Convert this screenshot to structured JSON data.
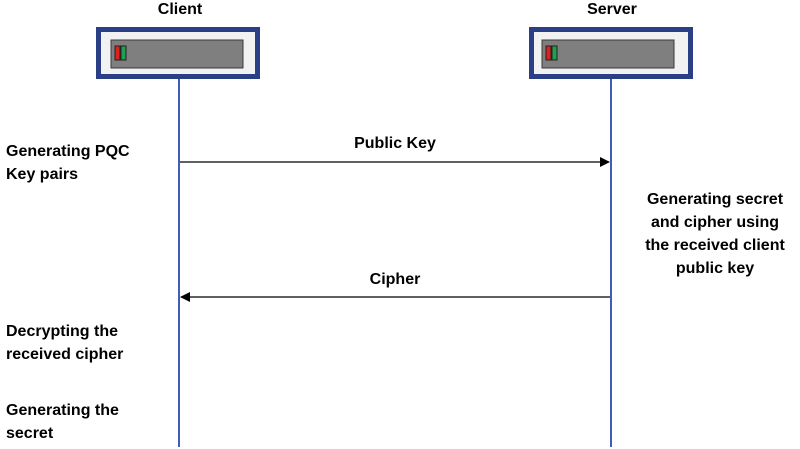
{
  "participants": {
    "client": {
      "label": "Client"
    },
    "server": {
      "label": "Server"
    }
  },
  "messages": {
    "public_key": {
      "label": "Public Key",
      "direction": "client-to-server"
    },
    "cipher": {
      "label": "Cipher",
      "direction": "server-to-client"
    }
  },
  "notes": {
    "client_generate_pair": {
      "lines": [
        "Generating PQC",
        "Key pairs"
      ]
    },
    "server_generate": {
      "lines": [
        "Generating secret",
        "and cipher using",
        "the received client",
        "public key"
      ]
    },
    "client_decrypt": {
      "lines": [
        "Decrypting the",
        "received cipher"
      ]
    },
    "client_secret": {
      "lines": [
        "Generating the",
        "secret"
      ]
    }
  },
  "colors": {
    "lifeline": "#3f5fb0",
    "node_border": "#2b3f86",
    "node_body": "#7f7f7f",
    "led_red": "#e0201c",
    "led_green": "#1fa050",
    "arrow": "#000000"
  },
  "icons": {
    "node": "server-unit-icon"
  }
}
